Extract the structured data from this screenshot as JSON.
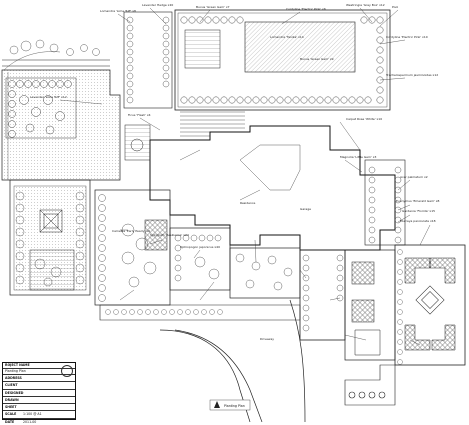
{
  "drawing": {
    "title_block": {
      "project_label": "ROJECT NAME",
      "drawing_label": "Planting Plan",
      "rows": [
        {
          "key": "ADDRESS",
          "value": ""
        },
        {
          "key": "CLIENT",
          "value": ""
        },
        {
          "key": "DESIGNED",
          "value": ""
        },
        {
          "key": "DRAWN",
          "value": ""
        },
        {
          "key": "SHEET",
          "value": ""
        },
        {
          "key": "SCALE",
          "value": "1:100 @ A1"
        },
        {
          "key": "DATE",
          "value": "2011-00"
        }
      ]
    },
    "north_label": "Planting Plan",
    "labels": [
      {
        "text": "Lomandra 'Lime Tuff' x8"
      },
      {
        "text": "Lavender Hedge x20"
      },
      {
        "text": "Buxus 'Green Gem' x7"
      },
      {
        "text": "Cordyline 'Electric Pink' x6"
      },
      {
        "text": "Westringia 'Grey Box' x12"
      },
      {
        "text": "Pool"
      },
      {
        "text": "Buxus 'Green Gem' x9"
      },
      {
        "text": "Lomandra 'Tanika' x14"
      },
      {
        "text": "Cordyline 'Electric Pink' x10"
      },
      {
        "text": "Trachelospermum jasminoides x12"
      },
      {
        "text": "Lavender 'Lime Tuff' x12"
      },
      {
        "text": "Ficus 'Flash' x4"
      },
      {
        "text": "Residence"
      },
      {
        "text": "Camellia 'Early Pearly' x6"
      },
      {
        "text": "Syzygium 'Resilience' x24"
      },
      {
        "text": "Ophiopogon japonicus x40"
      },
      {
        "text": "Carpet Rose 'White' x10"
      },
      {
        "text": "Magnolia 'Little Gem' x3"
      },
      {
        "text": "Acer palmatum x2"
      },
      {
        "text": "Euonymus 'Emerald Gem' x8"
      },
      {
        "text": "Gardenia 'Florida' x15"
      },
      {
        "text": "Murraya paniculata x18"
      },
      {
        "text": "Garage"
      },
      {
        "text": "Driveway"
      }
    ]
  }
}
